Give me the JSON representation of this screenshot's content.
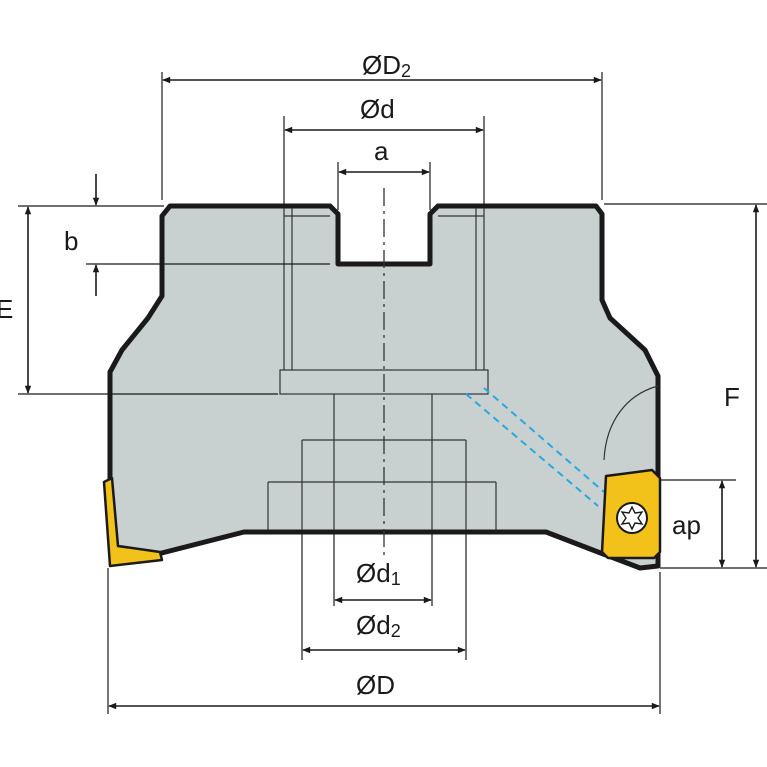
{
  "labels": {
    "D2": {
      "main": "ØD",
      "sub": "2"
    },
    "d": "Ød",
    "a": "a",
    "b": "b",
    "E": "E",
    "F": "F",
    "ap": "ap",
    "d1": {
      "main": "Ød",
      "sub": "1"
    },
    "d2": {
      "main": "Ød",
      "sub": "2"
    },
    "D": "ØD"
  },
  "colors": {
    "body": "#c9d0d0",
    "outline": "#1a1a1a",
    "insert": "#f2c21a",
    "coolant": "#28a8e0",
    "line": "#333333"
  }
}
